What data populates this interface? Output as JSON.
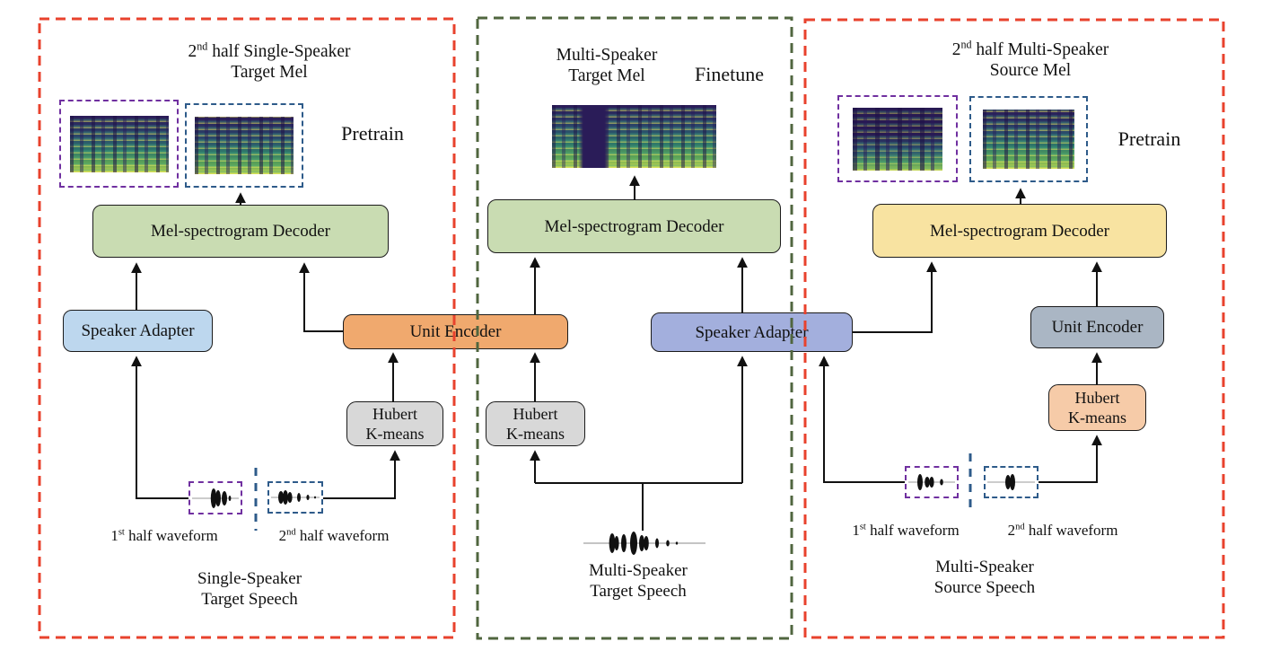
{
  "colors": {
    "panel_red": "#e8422d",
    "panel_green": "#50663f",
    "spec_frame_purple": "#7030a0",
    "spec_frame_blue": "#2e5b8a",
    "decoder_green": "#c9dcb2",
    "decoder_yellow": "#f8e3a1",
    "adapter_light_blue": "#bdd7ee",
    "adapter_periwinkle": "#a3afdd",
    "unit_encoder_orange": "#f0a96e",
    "unit_encoder_slate": "#aab6c4",
    "hubert_gray": "#d8d8d8",
    "hubert_peach": "#f6cba8"
  },
  "left": {
    "stage": "Pretrain",
    "mel_title": {
      "base": "2",
      "sup": "nd",
      "line1_rest": " half Single-Speaker",
      "line2": "Target Mel"
    },
    "decoder": "Mel-spectrogram Decoder",
    "adapter": "Speaker Adapter",
    "unit_encoder": "Unit Encoder",
    "hubert": {
      "line1": "Hubert",
      "line2": "K-means"
    },
    "wf1": {
      "base": "1",
      "sup": "st",
      "rest": " half waveform"
    },
    "wf2": {
      "base": "2",
      "sup": "nd",
      "rest": " half waveform"
    },
    "speech": {
      "line1": "Single-Speaker",
      "line2": "Target Speech"
    }
  },
  "middle": {
    "stage": "Finetune",
    "mel_title": {
      "line1": "Multi-Speaker",
      "line2": "Target Mel"
    },
    "decoder": "Mel-spectrogram Decoder",
    "adapter": "Speaker Adapter",
    "hubert": {
      "line1": "Hubert",
      "line2": "K-means"
    },
    "speech": {
      "line1": "Multi-Speaker",
      "line2": "Target Speech"
    }
  },
  "right": {
    "stage": "Pretrain",
    "mel_title": {
      "base": "2",
      "sup": "nd",
      "line1_rest": " half Multi-Speaker",
      "line2": "Source Mel"
    },
    "decoder": "Mel-spectrogram Decoder",
    "unit_encoder": "Unit Encoder",
    "hubert": {
      "line1": "Hubert",
      "line2": "K-means"
    },
    "wf1": {
      "base": "1",
      "sup": "st",
      "rest": " half waveform"
    },
    "wf2": {
      "base": "2",
      "sup": "nd",
      "rest": " half waveform"
    },
    "speech": {
      "line1": "Multi-Speaker",
      "line2": "Source Speech"
    }
  }
}
